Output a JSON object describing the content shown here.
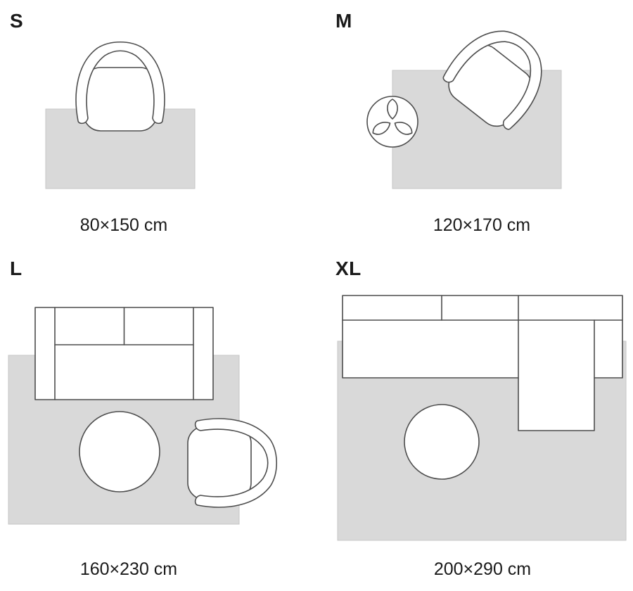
{
  "sizes": [
    {
      "id": "s",
      "label": "S",
      "dimensions": "80×150 cm",
      "furniture": [
        "armchair",
        "rug"
      ]
    },
    {
      "id": "m",
      "label": "M",
      "dimensions": "120×170 cm",
      "furniture": [
        "armchair",
        "plant",
        "rug"
      ]
    },
    {
      "id": "l",
      "label": "L",
      "dimensions": "160×230 cm",
      "furniture": [
        "sofa",
        "coffee-table",
        "armchair",
        "rug"
      ]
    },
    {
      "id": "xl",
      "label": "XL",
      "dimensions": "200×290 cm",
      "furniture": [
        "sectional-sofa",
        "coffee-table",
        "rug"
      ]
    }
  ],
  "colors": {
    "rug_fill": "#d9d9d9",
    "rug_stroke": "#c6c6c6",
    "outline": "#4d4d4d",
    "furniture_fill": "#ffffff",
    "text": "#1a1a1a"
  }
}
